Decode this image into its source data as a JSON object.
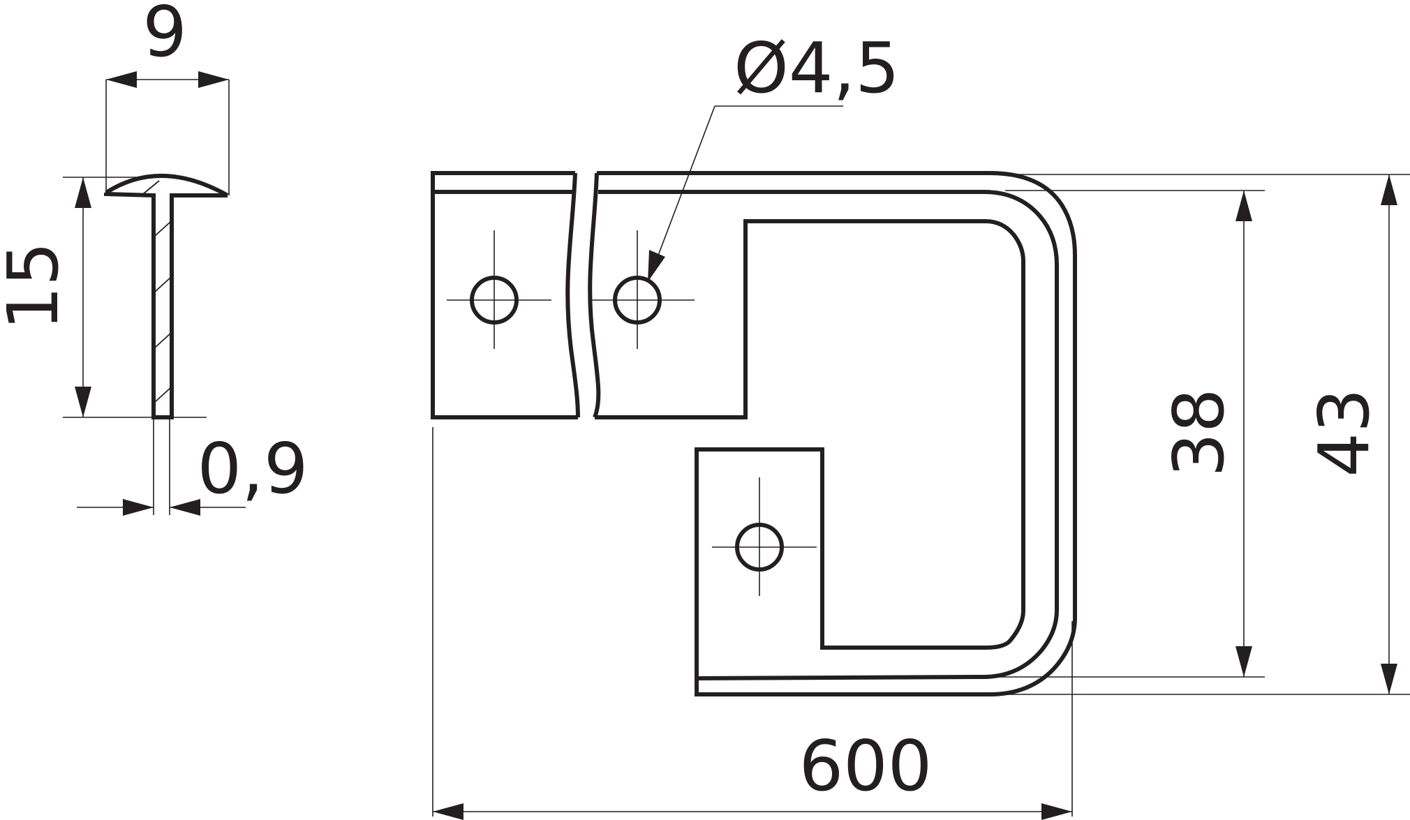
{
  "dimensions": {
    "head_width": "9",
    "rivet_height": "15",
    "sheet_thickness": "0,9",
    "hole_diameter": "Ø4,5",
    "inner_height": "38",
    "outer_height": "43",
    "length": "600"
  }
}
